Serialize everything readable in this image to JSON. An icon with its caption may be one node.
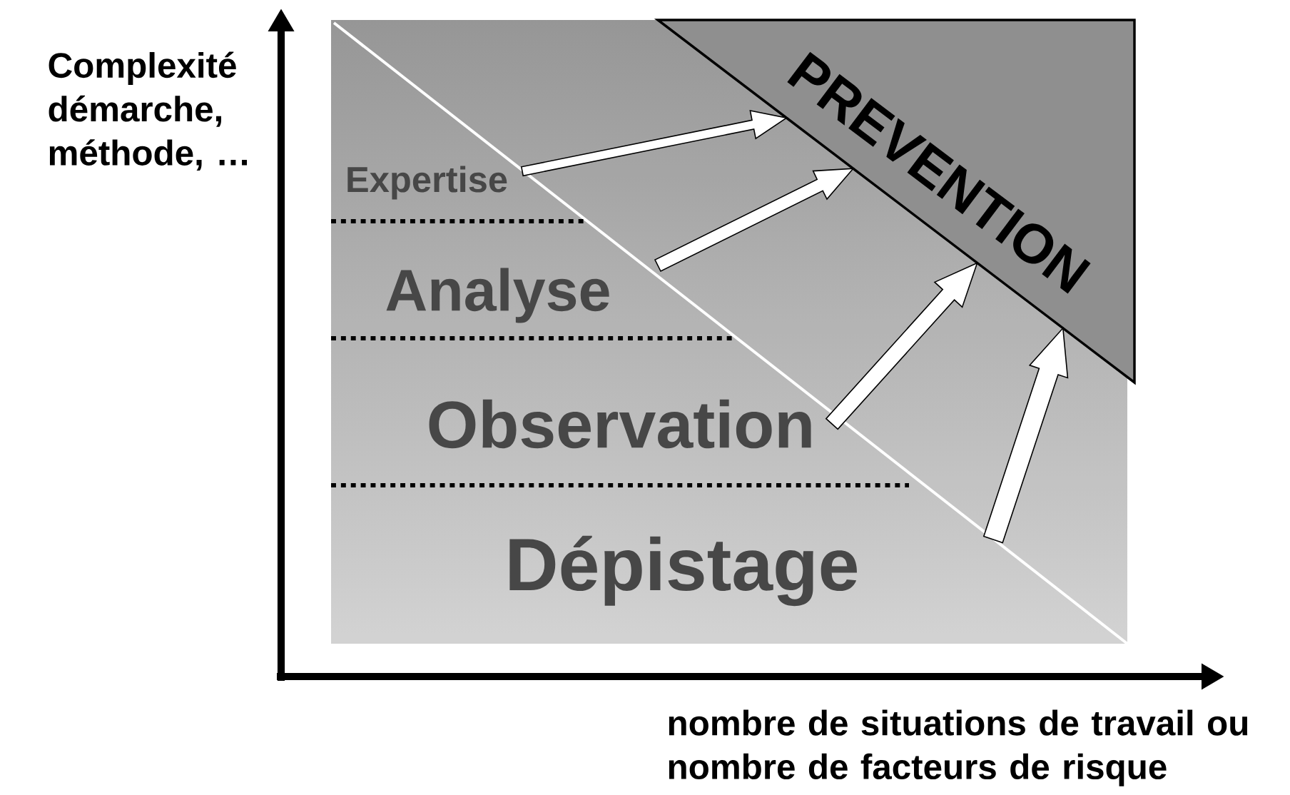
{
  "diagram": {
    "nodes": [
      {
        "text": [
          "Expertise"
        ]
      },
      {
        "text": [
          "Analyse"
        ]
      },
      {
        "text": [
          "Observation"
        ]
      },
      {
        "text": [
          "Dépistage"
        ]
      },
      {
        "text": [
          "PREVENTION"
        ]
      }
    ],
    "edges": [
      {
        "from": 0,
        "to": 4,
        "arrow": "to"
      },
      {
        "from": 1,
        "to": 4,
        "arrow": "to"
      },
      {
        "from": 2,
        "to": 4,
        "arrow": "to"
      },
      {
        "from": 3,
        "to": 4,
        "arrow": "to"
      }
    ],
    "labels": [
      "Complexité démarche, méthode, …",
      "nombre de situations de travail ou nombre de facteurs de risque"
    ]
  }
}
